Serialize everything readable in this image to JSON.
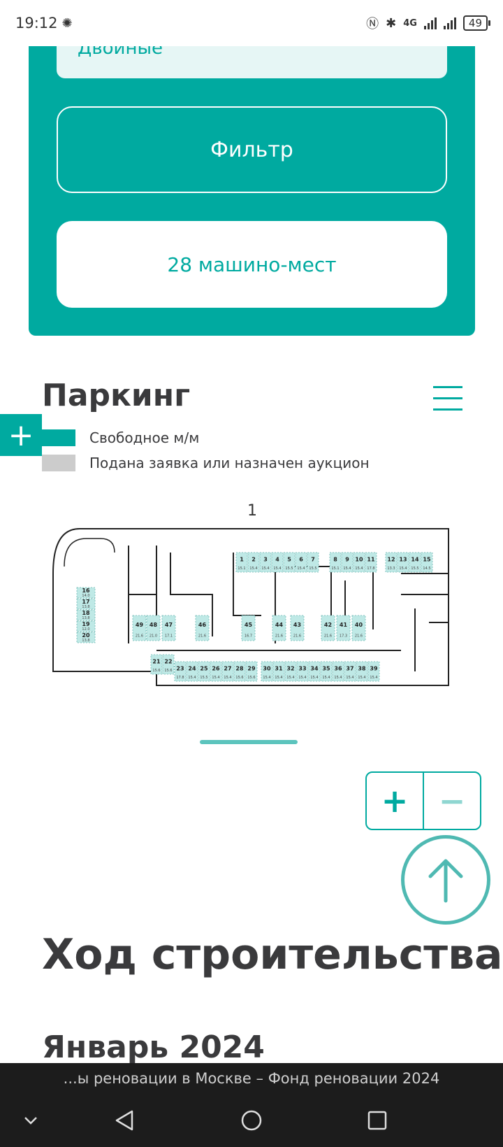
{
  "status": {
    "time": "19:12",
    "battery": "49",
    "network": "4G"
  },
  "filter": {
    "double_label": "Двойные",
    "filter_button": "Фильтр",
    "count_button": "28 машино-мест"
  },
  "parking": {
    "title": "Паркинг",
    "legend": [
      {
        "label": "Свободное м/м",
        "color": "#00aaa0"
      },
      {
        "label": "Подана заявка или назначен аукцион",
        "color": "#cccccc"
      }
    ],
    "floor": "1",
    "free_color": "#bfe9e6",
    "spots_top": [
      {
        "n": "1",
        "a": "15.1"
      },
      {
        "n": "2",
        "a": "15.4"
      },
      {
        "n": "3",
        "a": "15.4"
      },
      {
        "n": "4",
        "a": "15.4"
      },
      {
        "n": "5",
        "a": "15.5"
      },
      {
        "n": "6",
        "a": "15.4"
      },
      {
        "n": "7",
        "a": "15.5"
      },
      {
        "n": "8",
        "a": "15.1"
      },
      {
        "n": "9",
        "a": "15.4"
      },
      {
        "n": "10",
        "a": "15.4"
      },
      {
        "n": "11",
        "a": "17.8"
      },
      {
        "n": "12",
        "a": "13.3"
      },
      {
        "n": "13",
        "a": "15.4"
      },
      {
        "n": "14",
        "a": "15.5"
      },
      {
        "n": "15",
        "a": "14.5"
      }
    ],
    "spots_left": [
      {
        "n": "16",
        "a": "14.0"
      },
      {
        "n": "17",
        "a": "13.8"
      },
      {
        "n": "18",
        "a": "13.8"
      },
      {
        "n": "19",
        "a": "12.0"
      },
      {
        "n": "20",
        "a": "13.8"
      }
    ],
    "spots_mid": [
      {
        "n": "49",
        "a": "21.6"
      },
      {
        "n": "48",
        "a": "21.0"
      },
      {
        "n": "47",
        "a": "17.1"
      },
      {
        "n": "46",
        "a": "21.6"
      },
      {
        "n": "45",
        "a": "16.7"
      },
      {
        "n": "44",
        "a": "21.6"
      },
      {
        "n": "43",
        "a": "21.6"
      },
      {
        "n": "42",
        "a": "21.6"
      },
      {
        "n": "41",
        "a": "17.3"
      },
      {
        "n": "40",
        "a": "21.6"
      }
    ],
    "spots_bottom": [
      {
        "n": "21",
        "a": "15.6"
      },
      {
        "n": "22",
        "a": "15.6"
      },
      {
        "n": "23",
        "a": "17.8"
      },
      {
        "n": "24",
        "a": "15.4"
      },
      {
        "n": "25",
        "a": "15.5"
      },
      {
        "n": "26",
        "a": "15.4"
      },
      {
        "n": "27",
        "a": "15.4"
      },
      {
        "n": "28",
        "a": "15.6"
      },
      {
        "n": "29",
        "a": "15.6"
      },
      {
        "n": "30",
        "a": "15.4"
      },
      {
        "n": "31",
        "a": "15.4"
      },
      {
        "n": "32",
        "a": "15.4"
      },
      {
        "n": "33",
        "a": "15.4"
      },
      {
        "n": "34",
        "a": "15.4"
      },
      {
        "n": "35",
        "a": "15.4"
      },
      {
        "n": "36",
        "a": "15.4"
      },
      {
        "n": "37",
        "a": "15.4"
      },
      {
        "n": "38",
        "a": "15.4"
      },
      {
        "n": "39",
        "a": "15.4"
      }
    ]
  },
  "zoom": {
    "in_label": "+",
    "out_label": "−"
  },
  "plus_tab": "+",
  "construction": {
    "title": "Ход строительства",
    "month": "Январь 2024"
  },
  "browser": {
    "page_title": "...ы реновации в Москве – Фонд реновации 2024"
  }
}
